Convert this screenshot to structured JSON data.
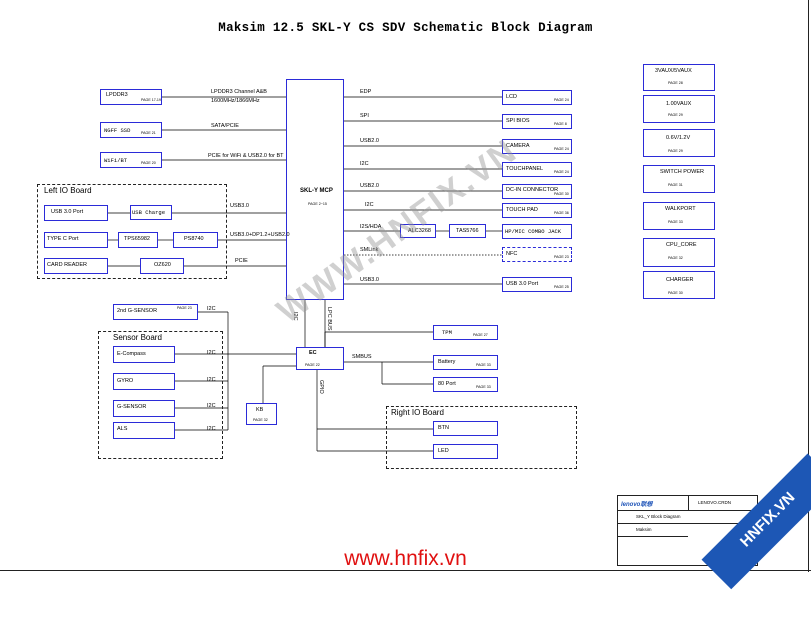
{
  "title": "Maksim  12.5 SKL-Y  CS SDV Schematic Block Diagram",
  "colors": {
    "line": "#000000",
    "box_border": "#2b2bd8",
    "watermark": "#969696",
    "url": "#e01010",
    "brand": "#1d57b5"
  },
  "cpu": {
    "name": "SKL-Y MCP",
    "page": "PAGE 2~15"
  },
  "ec": {
    "name": "EC",
    "page": "PAGE 22"
  },
  "kb": {
    "name": "KB",
    "page": "PAGE 32"
  },
  "left_column": {
    "lpddr3": {
      "name": "LPDDR3",
      "page": "PAGE 17-19"
    },
    "ngff_ssd": {
      "name": "NGFF SSD",
      "page": "PAGE 21"
    },
    "wifi_bt": {
      "name": "WiFi/BT",
      "page": "PAGE 20"
    }
  },
  "left_buses": {
    "lpddr3_a": "LPDDR3 Channel A&B",
    "lpddr3_b": "1600MHz/1866MHz",
    "sata": "SATA/PCIE",
    "wifi": "PCIE for WiFi & USB2.0 for BT",
    "usb30": "USB3.0",
    "usb30_dp": "USB3.0+DP1.2+USB2.0",
    "pcie": "PCIE"
  },
  "left_io": {
    "title": "Left  IO Board",
    "usb_port": "USB 3.0 Port",
    "usb_charge": "USB Charge",
    "type_c": "TYPE C Port",
    "tps": "TPS65982",
    "ps": "PS8740",
    "card_reader": "CARD READER",
    "oz": "OZ620"
  },
  "right_buses": {
    "edp": "EDP",
    "spi": "SPI",
    "usb2_cam": "USB2.0",
    "i2c_touch": "I2C",
    "usb2_dc": "USB2.0",
    "i2c_pad": "I2C",
    "i2s": "I2S/HDA",
    "smlink": "SMLink",
    "usb30": "USB3.0"
  },
  "right_devices": {
    "lcd": {
      "name": "LCD",
      "page": "PAGE 24"
    },
    "spi_bios": {
      "name": "SPI BIOS",
      "page": "PAGE 8"
    },
    "camera": {
      "name": "CAMERA",
      "page": "PAGE 24"
    },
    "touchpanel": {
      "name": "TOUCHPANEL",
      "page": "PAGE 24"
    },
    "dc_in": {
      "name": "DC-IN CONNECTOR",
      "page": "PAGE 30"
    },
    "touch_pad": {
      "name": "TOUCH PAD",
      "page": "PAGE 36"
    },
    "alc": "ALC3268",
    "tas": "TAS5766",
    "hp_mic": "HP/MIC COMBO JACK",
    "nfc": {
      "name": "NFC",
      "page": "PAGE 23"
    },
    "usb_port": {
      "name": "USB 3.0 Port",
      "page": "PAGE 25"
    }
  },
  "power_column": [
    {
      "name": "3VAUX/5VAUX",
      "page": "PAGE 28"
    },
    {
      "name": "1.00VAUX",
      "page": "PAGE 29"
    },
    {
      "name": "0.6V/1.2V",
      "page": "PAGE 29"
    },
    {
      "name": "SWITCH POWER",
      "page": "PAGE 31"
    },
    {
      "name": "WALKPORT",
      "page": "PAGE 33"
    },
    {
      "name": "CPU_CORE",
      "page": "PAGE 32"
    },
    {
      "name": "CHARGER",
      "page": "PAGE 30"
    }
  ],
  "ec_links": {
    "i2c": "I2C",
    "lpc": "LPC BUS",
    "smbus": "SMBUS",
    "gpio": "GPIO",
    "i2c_label": "I2C"
  },
  "sensors": {
    "g_sensor2": {
      "name": "2nd G-SENSOR",
      "page": "PAGE 23"
    },
    "board_title": "Sensor Board",
    "ecompass": "E-Compass",
    "gyro": "GYRO",
    "gsensor": "G-SENSOR",
    "als": "ALS"
  },
  "ec_right": {
    "tpm": {
      "name": "TPM",
      "page": "PAGE 27"
    },
    "battery": {
      "name": "Battery",
      "page": "PAGE 33"
    },
    "port80": {
      "name": "80 Port",
      "page": "PAGE 33"
    }
  },
  "right_io": {
    "title": "Right  IO Board",
    "btn": "BTN",
    "led": "LED"
  },
  "watermark": "WWW.HNFIX.VN",
  "footer_url": "www.hnfix.vn",
  "corner_badge": "HNFIX.VN",
  "title_block": {
    "logo": "lenovo联想",
    "company": "LENOVO.CRDN",
    "doc_title": "SKL_Y Block Diagram",
    "model": "Maksim"
  }
}
